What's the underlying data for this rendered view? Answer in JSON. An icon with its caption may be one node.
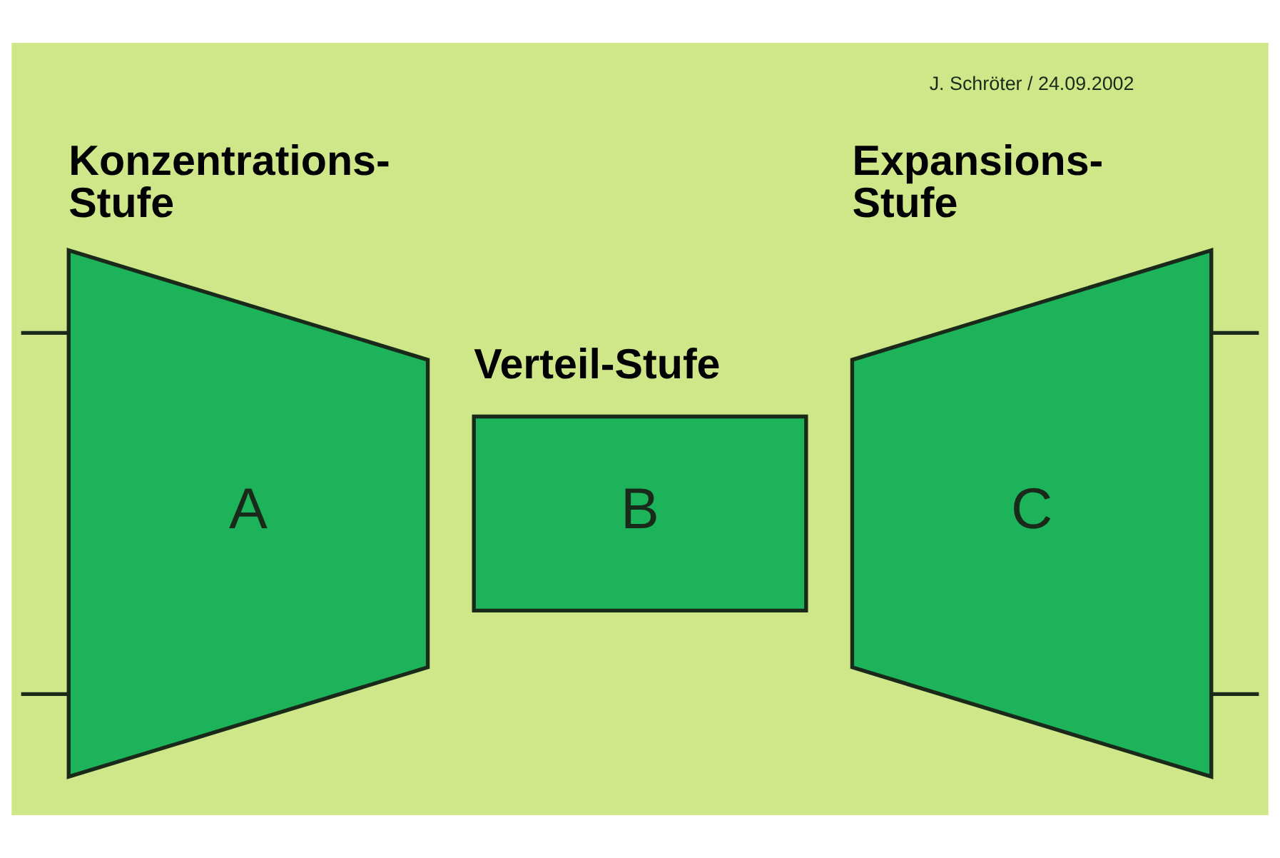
{
  "diagram": {
    "nodes": [
      {
        "text": [
          "Konzentrations- Stufe",
          "A"
        ]
      },
      {
        "text": [
          "Verteil-Stufe",
          "B"
        ]
      },
      {
        "text": [
          "Expansions- Stufe",
          "C"
        ]
      }
    ],
    "edges": [
      {
        "from": null,
        "to": 0,
        "arrow": "none"
      },
      {
        "from": null,
        "to": 0,
        "arrow": "none"
      },
      {
        "from": 2,
        "to": null,
        "arrow": "none"
      },
      {
        "from": 2,
        "to": null,
        "arrow": "none"
      }
    ],
    "labels": [
      "J. Schröter / 24.09.2002"
    ]
  }
}
